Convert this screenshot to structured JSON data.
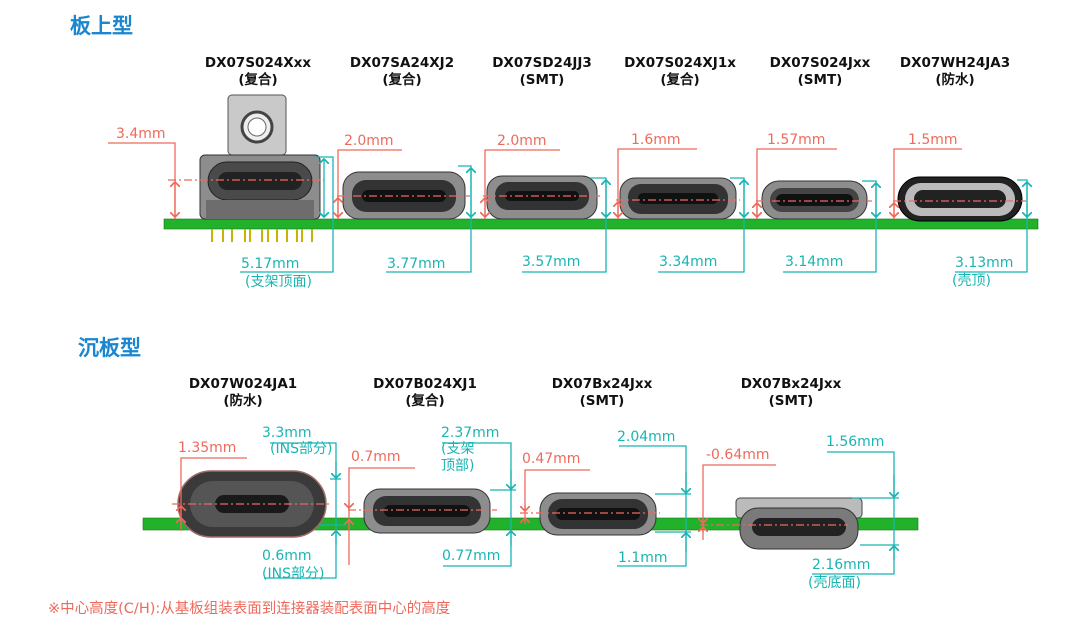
{
  "sections": [
    {
      "title": "板上型",
      "connectors": [
        {
          "model": "DX07S024Xxx",
          "type": "(复合)",
          "center_height": "3.4mm",
          "top_height": "5.17mm",
          "top_note": "(支架顶面)"
        },
        {
          "model": "DX07SA24XJ2",
          "type": "(复合)",
          "center_height": "2.0mm",
          "top_height": "3.77mm",
          "top_note": ""
        },
        {
          "model": "DX07SD24JJ3",
          "type": "(SMT)",
          "center_height": "2.0mm",
          "top_height": "3.57mm",
          "top_note": ""
        },
        {
          "model": "DX07S024XJ1x",
          "type": "(复合)",
          "center_height": "1.6mm",
          "top_height": "3.34mm",
          "top_note": ""
        },
        {
          "model": "DX07S024Jxx",
          "type": "(SMT)",
          "center_height": "1.57mm",
          "top_height": "3.14mm",
          "top_note": ""
        },
        {
          "model": "DX07WH24JA3",
          "type": "(防水)",
          "center_height": "1.5mm",
          "top_height": "3.13mm",
          "top_note": "(壳顶)"
        }
      ]
    },
    {
      "title": "沉板型",
      "connectors": [
        {
          "model": "DX07W024JA1",
          "type": "(防水)",
          "center_height": "1.35mm",
          "top_height": "3.3mm",
          "top_note": "(INS部分)",
          "bottom_height": "0.6mm",
          "bottom_note": "(INS部分)"
        },
        {
          "model": "DX07B024XJ1",
          "type": "(复合)",
          "center_height": "0.7mm",
          "top_height": "2.37mm",
          "top_note_1": "(支架",
          "top_note_2": "顶部)",
          "bottom_height": "0.77mm"
        },
        {
          "model": "DX07Bx24Jxx",
          "type": "(SMT)",
          "center_height": "0.47mm",
          "top_height": "2.04mm",
          "bottom_height": "1.1mm"
        },
        {
          "model": "DX07Bx24Jxx",
          "type": "(SMT)",
          "center_height": "-0.64mm",
          "top_height": "1.56mm",
          "bottom_height": "2.16mm",
          "bottom_note": "(壳底面)"
        }
      ]
    }
  ],
  "footnote": "※中心高度(C/H):从基板组装表面到连接器装配表面中心的高度",
  "colors": {
    "title": "#1a86d0",
    "center_dim": "#ee6a5c",
    "top_dim": "#19b5b3",
    "pcb": "#22b12a"
  }
}
